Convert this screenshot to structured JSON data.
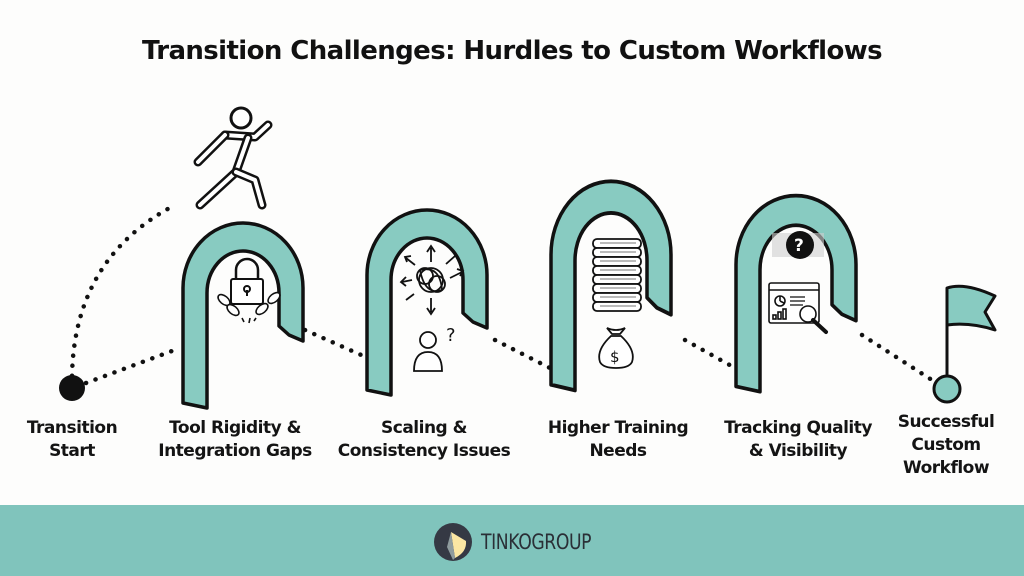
{
  "title": "Transition Challenges: Hurdles to Custom Workflows",
  "colors": {
    "arch_fill": "#88cbc1",
    "outline": "#111111",
    "footer": "#80c4bc",
    "background": "#fdfdfc"
  },
  "stages": [
    {
      "id": "start",
      "label_line1": "Transition",
      "label_line2": "Start",
      "icon": "black-dot-icon"
    },
    {
      "id": "hurdle-1",
      "label_line1": "Tool Rigidity &",
      "label_line2": "Integration Gaps",
      "icons": [
        "padlock-icon",
        "broken-chain-icon"
      ]
    },
    {
      "id": "hurdle-2",
      "label_line1": "Scaling &",
      "label_line2": "Consistency Issues",
      "icons": [
        "tangled-arrows-icon",
        "confused-user-icon"
      ]
    },
    {
      "id": "hurdle-3",
      "label_line1": "Higher Training",
      "label_line2": "Needs",
      "icons": [
        "book-stack-icon",
        "money-bag-icon"
      ]
    },
    {
      "id": "hurdle-4",
      "label_line1": "Tracking Quality",
      "label_line2": "& Visibility",
      "icons": [
        "question-mark-icon",
        "dashboard-magnifier-icon"
      ]
    },
    {
      "id": "finish",
      "label_line1": "Successful",
      "label_line2": "Custom",
      "label_line3": "Workflow",
      "icon": "flag-icon"
    }
  ],
  "runner_icon": "running-person-icon",
  "footer": {
    "brand": "TINKOGROUP"
  }
}
